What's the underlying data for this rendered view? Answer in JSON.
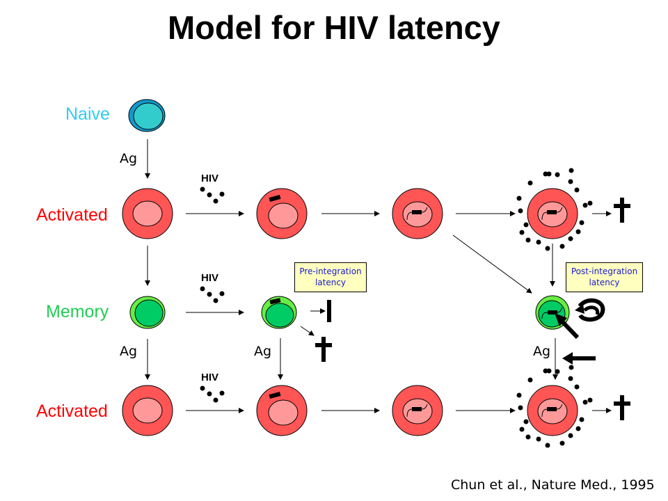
{
  "title": "Model for HIV latency",
  "rows": {
    "naive": {
      "label": "Naive",
      "color": "#33ccee"
    },
    "activated_top": {
      "label": "Activated",
      "color": "#ff0000"
    },
    "memory": {
      "label": "Memory",
      "color": "#22cc55"
    },
    "activated_bottom": {
      "label": "Activated",
      "color": "#ff0000"
    }
  },
  "stimulus_labels": {
    "ag_naive": "Ag",
    "ag_memory_left": "Ag",
    "ag_memory_mid": "Ag",
    "ag_memory_right": "Ag",
    "hiv_top": "HIV",
    "hiv_middle": "HIV",
    "hiv_bottom": "HIV"
  },
  "notes": {
    "pre_integration": "Pre-integration latency",
    "post_integration": "Post-integration latency"
  },
  "symbols": {
    "death": "†",
    "death_icon": "dagger-icon",
    "block_icon": "block-bar-icon"
  },
  "citation": "Chun et al., Nature Med., 1995",
  "colors": {
    "activated_outer": "#ff5555",
    "activated_inner": "#ff9999",
    "memory_outer": "#66ee44",
    "memory_inner": "#00cc66",
    "naive_outer": "#1199cc",
    "naive_inner": "#33cccc",
    "note_bg": "#ffffc0",
    "note_text": "#1a1acc"
  }
}
